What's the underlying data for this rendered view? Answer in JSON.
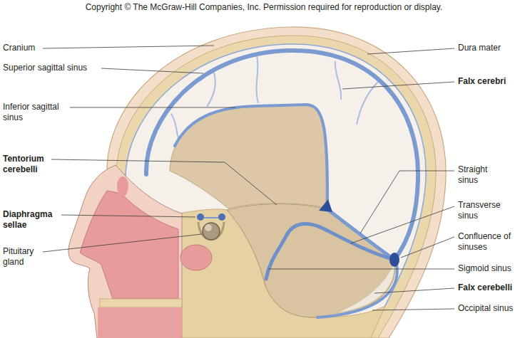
{
  "diagram": {
    "labels": [
      "Copyright © The McGraw-Hill Companies, Inc. Permission required for reproduction or display.",
      "Cranium",
      "Dura mater",
      "Superior sagittal sinus",
      "Falx cerebri",
      "Inferior sagittal sinus",
      "Tentorium cerebelli",
      "Straight sinus",
      "Transverse sinus",
      "Diaphragma sellae",
      "Confluence of sinuses",
      "Pituitary gland",
      "Sigmoid sinus",
      "Falx cerebelli",
      "Occipital sinus"
    ]
  }
}
